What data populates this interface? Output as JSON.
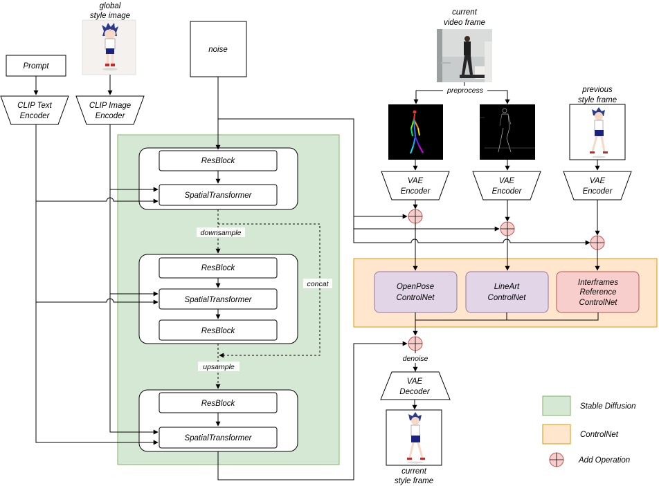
{
  "nodes": {
    "prompt": "Prompt",
    "global_style_image_line1": "global",
    "global_style_image_line2": "style image",
    "noise": "noise",
    "clip_text_encoder_line1": "CLIP Text",
    "clip_text_encoder_line2": "Encoder",
    "clip_image_encoder_line1": "CLIP Image",
    "clip_image_encoder_line2": "Encoder",
    "resblock": "ResBlock",
    "spatial_transformer": "SpatialTransformer",
    "downsample": "downsample",
    "upsample": "upsample",
    "concat": "concat",
    "current_video_frame_line1": "current",
    "current_video_frame_line2": "video frame",
    "preprocess": "preprocess",
    "previous_style_frame_line1": "previous",
    "previous_style_frame_line2": "style frame",
    "vae_encoder_line1": "VAE",
    "vae_encoder_line2": "Encoder",
    "openpose_controlnet_line1": "OpenPose",
    "openpose_controlnet_line2": "ControlNet",
    "lineart_controlnet_line1": "LineArt",
    "lineart_controlnet_line2": "ControlNet",
    "interframes_controlnet_line1": "Interframes",
    "interframes_controlnet_line2": "Reference",
    "interframes_controlnet_line3": "ControlNet",
    "denoise": "denoise",
    "vae_decoder_line1": "VAE",
    "vae_decoder_line2": "Decoder",
    "current_style_frame_line1": "current",
    "current_style_frame_line2": "style frame"
  },
  "legend": {
    "stable_diffusion": "Stable Diffusion",
    "controlnet": "ControlNet",
    "add_operation": "Add Operation"
  },
  "colors": {
    "stable_diffusion_fill": "#d5e8d4",
    "stable_diffusion_stroke": "#82b366",
    "controlnet_fill": "#ffe6cc",
    "controlnet_stroke": "#d79b00",
    "controlnet_block_fill": "#e1d5e7",
    "controlnet_block_stroke": "#9673a6",
    "interframes_fill": "#f8cecc",
    "interframes_stroke": "#b85450",
    "add_op_fill": "#f8cecc",
    "add_op_stroke": "#b85450"
  }
}
